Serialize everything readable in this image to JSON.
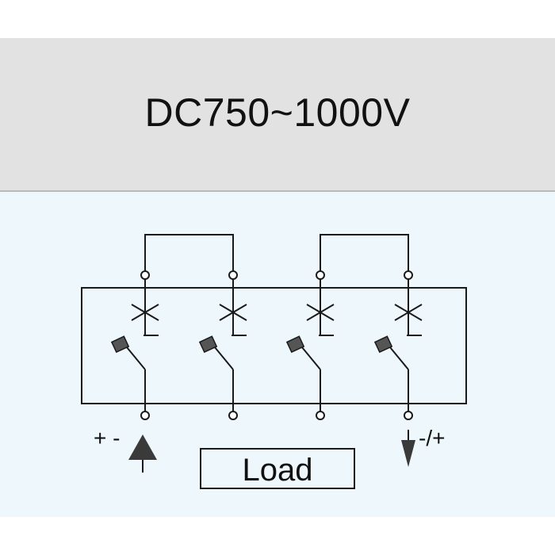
{
  "header": {
    "title": "DC750~1000V"
  },
  "diagram": {
    "poles": 4,
    "load_label": "Load",
    "positive_terminal_label": "+ -",
    "negative_terminal_label": "-/+",
    "colors": {
      "header_bg": "#e2e2e2",
      "diagram_bg": "#eef7fc",
      "line": "#1a1a1a",
      "contact_fill": "#555555"
    }
  }
}
